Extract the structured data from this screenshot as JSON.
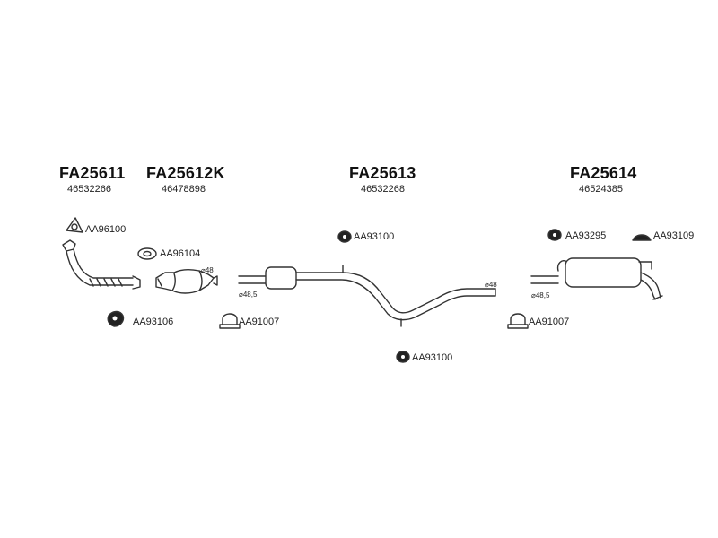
{
  "groups": [
    {
      "title": "FA25611",
      "code": "46532266"
    },
    {
      "title": "FA25612K",
      "code": "46478898"
    },
    {
      "title": "FA25613",
      "code": "46532268"
    },
    {
      "title": "FA25614",
      "code": "46524385"
    }
  ],
  "parts": {
    "gasket_1": "AA96100",
    "gasket_2": "AA96104",
    "rubber_1": "AA93106",
    "clamp_1": "AA91007",
    "rubber_2": "AA93100",
    "rubber_3": "AA93100",
    "rubber_4": "AA93295",
    "mount_1": "AA93109",
    "clamp_2": "AA91007"
  },
  "dims": {
    "cat_d48": "⌀48",
    "cat_d48_5": "⌀48,5",
    "mid_d48": "⌀48",
    "rear_d48_5": "⌀48,5"
  }
}
